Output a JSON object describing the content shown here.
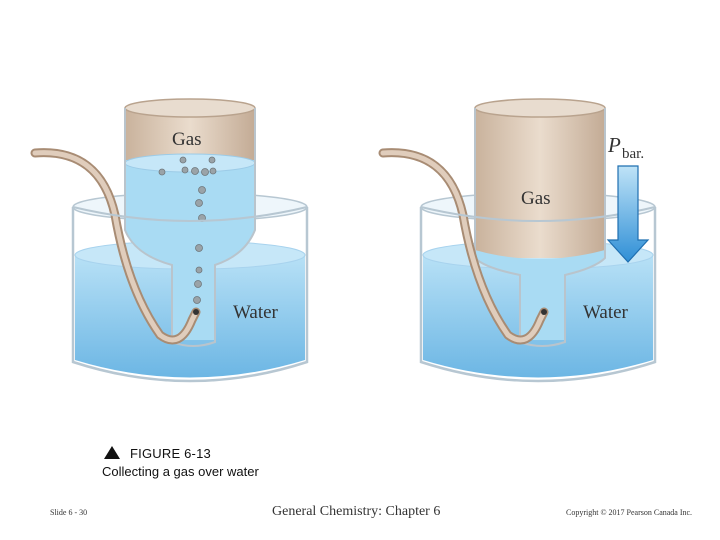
{
  "diagram": {
    "left": {
      "gas_label": "Gas",
      "water_label": "Water"
    },
    "right": {
      "gas_label": "Gas",
      "water_label": "Water",
      "pressure_symbol": "P",
      "pressure_subscript": "bar."
    }
  },
  "caption": {
    "figure_number": "FIGURE 6-13",
    "title": "Collecting a gas over water"
  },
  "footer": {
    "slide": "Slide 6 - 30",
    "course": "General Chemistry: Chapter 6",
    "copyright": "Copyright © 2017 Pearson Canada Inc."
  },
  "colors": {
    "water": "#9fd3f0",
    "water_deep": "#6fb8e6",
    "gas": "#d9c6b4",
    "tube": "#c7a98f",
    "arrow": "#3aa0e0"
  }
}
